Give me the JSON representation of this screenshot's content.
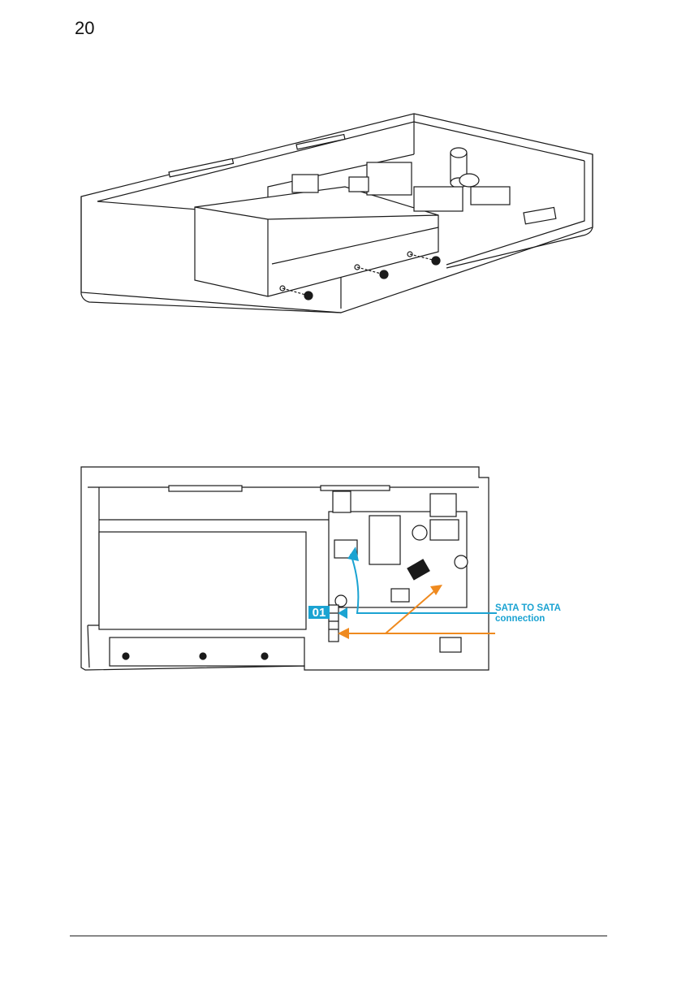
{
  "page": {
    "number": "20"
  },
  "figure1": {
    "description_visible": ""
  },
  "figure2": {
    "callout_number": "01",
    "callout_label_line1": "SATA TO SATA",
    "callout_label_line2": "connection"
  },
  "colors": {
    "accent_blue": "#1ba3d2",
    "accent_orange": "#ef8a1f",
    "line": "#1a1a1a"
  }
}
